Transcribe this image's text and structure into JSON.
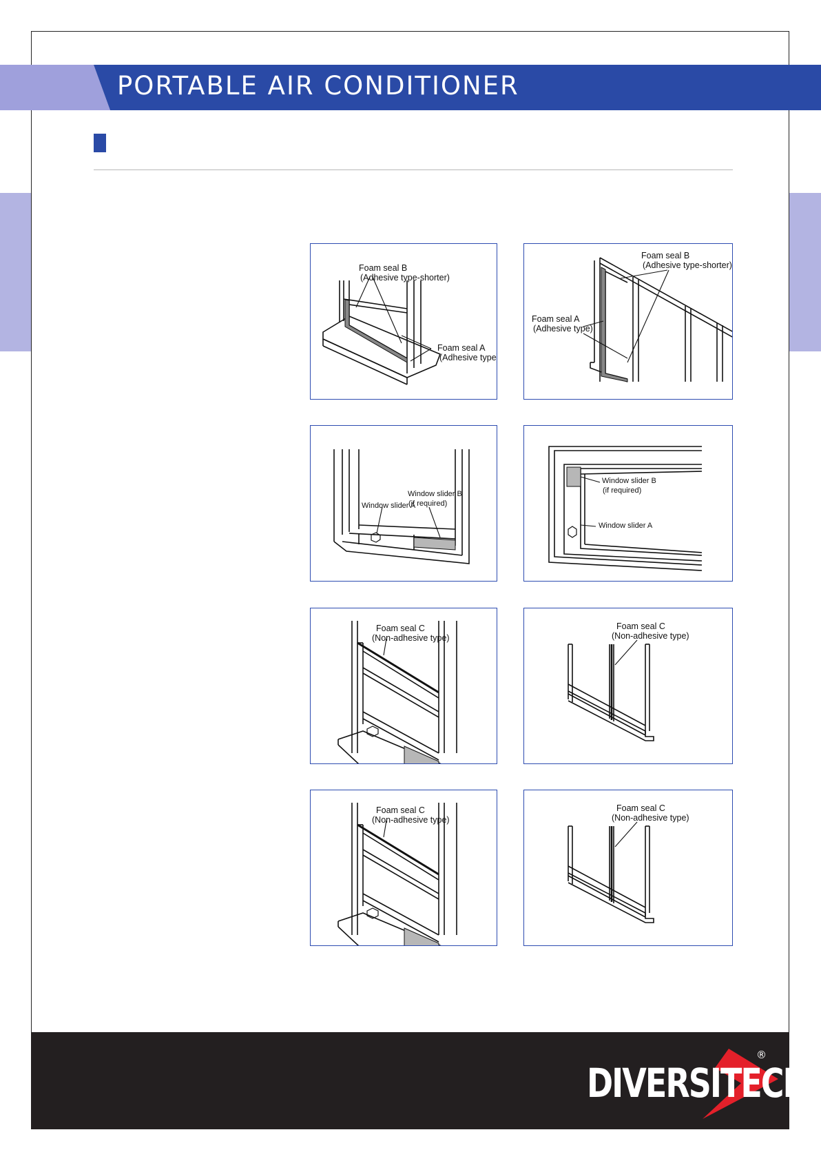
{
  "header": {
    "title": "PORTABLE AIR CONDITIONER"
  },
  "colors": {
    "brand_blue": "#2a4aa6",
    "band_light": "#9fa0dc",
    "panel_border": "#2c4bb0",
    "footer": "#231f20",
    "logo_red": "#e4202a"
  },
  "figures": {
    "fig1": {
      "seal_b": "Foam seal B",
      "seal_b_type": "(Adhesive type-shorter)",
      "seal_a": "Foam seal A",
      "seal_a_type": "(Adhesive type)"
    },
    "fig2": {
      "seal_b": "Foam seal B",
      "seal_b_type": "(Adhesive type-shorter)",
      "seal_a": "Foam seal A",
      "seal_a_type": "(Adhesive type)"
    },
    "fig3": {
      "slider_a": "Window slider A",
      "slider_b": "Window slider B",
      "slider_b_note": "(if required)"
    },
    "fig4": {
      "slider_b": "Window slider B",
      "slider_b_note": "(if required)",
      "slider_a": "Window slider A"
    },
    "fig5": {
      "seal_c": "Foam seal C",
      "seal_c_type": "(Non-adhesive type)"
    },
    "fig6": {
      "seal_c": "Foam seal C",
      "seal_c_type": "(Non-adhesive type)"
    },
    "fig7": {
      "seal_c": "Foam seal C",
      "seal_c_type": "(Non-adhesive type)"
    },
    "fig8": {
      "seal_c": "Foam seal C",
      "seal_c_type": "(Non-adhesive type)"
    }
  },
  "footer": {
    "logo_text": "DIVERSITECH",
    "logo_mark": "®"
  }
}
